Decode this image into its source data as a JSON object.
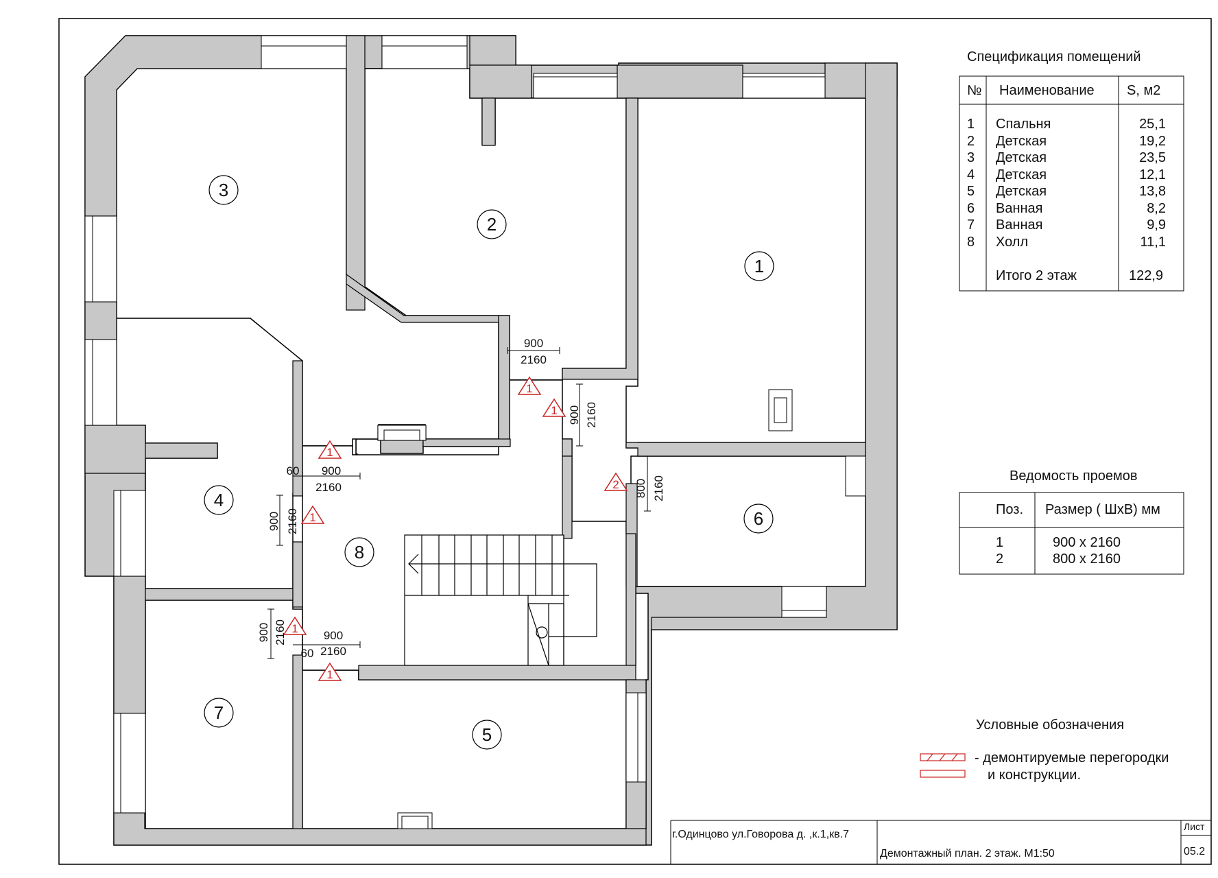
{
  "address": "г.Одинцово ул.Говорова д.    ,к.1,кв.7",
  "drawing_title": "Демонтажный план. 2 этаж. М1:50",
  "sheet_label": "Лист",
  "sheet_number": "05.2",
  "rooms": [
    {
      "num": "1"
    },
    {
      "num": "2"
    },
    {
      "num": "3"
    },
    {
      "num": "4"
    },
    {
      "num": "5"
    },
    {
      "num": "6"
    },
    {
      "num": "7"
    },
    {
      "num": "8"
    }
  ],
  "spec": {
    "title": "Спецификация помещений",
    "col_num": "№",
    "col_name": "Наименование",
    "col_area": "S, м2",
    "rows": [
      {
        "num": "1",
        "name": "Спальня",
        "area": "25,1"
      },
      {
        "num": "2",
        "name": "Детская",
        "area": "19,2"
      },
      {
        "num": "3",
        "name": "Детская",
        "area": "23,5"
      },
      {
        "num": "4",
        "name": "Детская",
        "area": "12,1"
      },
      {
        "num": "5",
        "name": "Детская",
        "area": "13,8"
      },
      {
        "num": "6",
        "name": "Ванная",
        "area": "8,2"
      },
      {
        "num": "7",
        "name": "Ванная",
        "area": "9,9"
      },
      {
        "num": "8",
        "name": "Холл",
        "area": "11,1"
      }
    ],
    "total_label": "Итого 2 этаж",
    "total_value": "122,9"
  },
  "openings": {
    "title": "Ведомость проемов",
    "col_pos": "Поз.",
    "col_size": "Размер ( ШхВ) мм",
    "rows": [
      {
        "pos": "1",
        "size": "900 х 2160"
      },
      {
        "pos": "2",
        "size": "800 х 2160"
      }
    ]
  },
  "legend": {
    "title": "Условные обозначения",
    "line1": "- демонтируемые перегородки",
    "line2": "и конструкции."
  },
  "dims": {
    "w900": "900",
    "w800": "800",
    "h2160": "2160",
    "d60": "60"
  },
  "markers": {
    "m1": "1",
    "m2": "2"
  },
  "colors": {
    "wall": "#c8c8c8",
    "line": "#000000",
    "demolition": "#cc2222"
  }
}
